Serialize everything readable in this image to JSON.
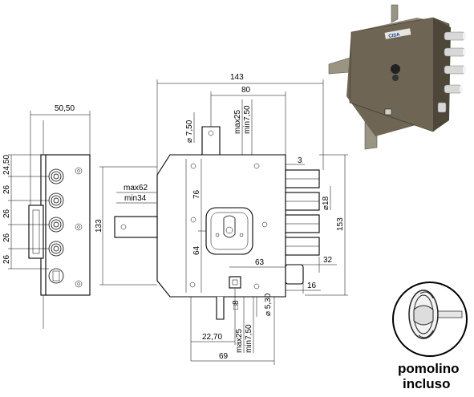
{
  "dimensions": {
    "front_width": "50,50",
    "front_pitch_top": "24,50",
    "front_pitch_1": "26",
    "front_pitch_2": "26",
    "front_pitch_3": "26",
    "front_pitch_4": "26",
    "overall_width": "143",
    "backset_80": "80",
    "max25_top": "max25",
    "min750_top": "min7,50",
    "hole_750": "⌀ 7,50",
    "max62": "max62",
    "min34": "min34",
    "height_133": "133",
    "height_76": "76",
    "height_64": "64",
    "bolt_3": "3",
    "bolt_d18": "⌀18",
    "height_153": "153",
    "dist_63": "63",
    "dist_32": "32",
    "dist_16": "16",
    "sq_8": "□8",
    "hole_530": "⌀ 5,30",
    "dist_2270": "22,70",
    "max25_bottom": "max25",
    "min750_bottom": "min7,50",
    "dist_69": "69"
  },
  "product": {
    "brand_logo": "CISA",
    "photo_icon": "lock-photo-icon",
    "knob_icon": "knob-icon"
  },
  "caption": {
    "line1": "pomolino",
    "line2": "incluso"
  },
  "colors": {
    "lock_body": "#6e6555",
    "lock_body_dark": "#4d4639",
    "chrome": "#d8d8d8"
  }
}
